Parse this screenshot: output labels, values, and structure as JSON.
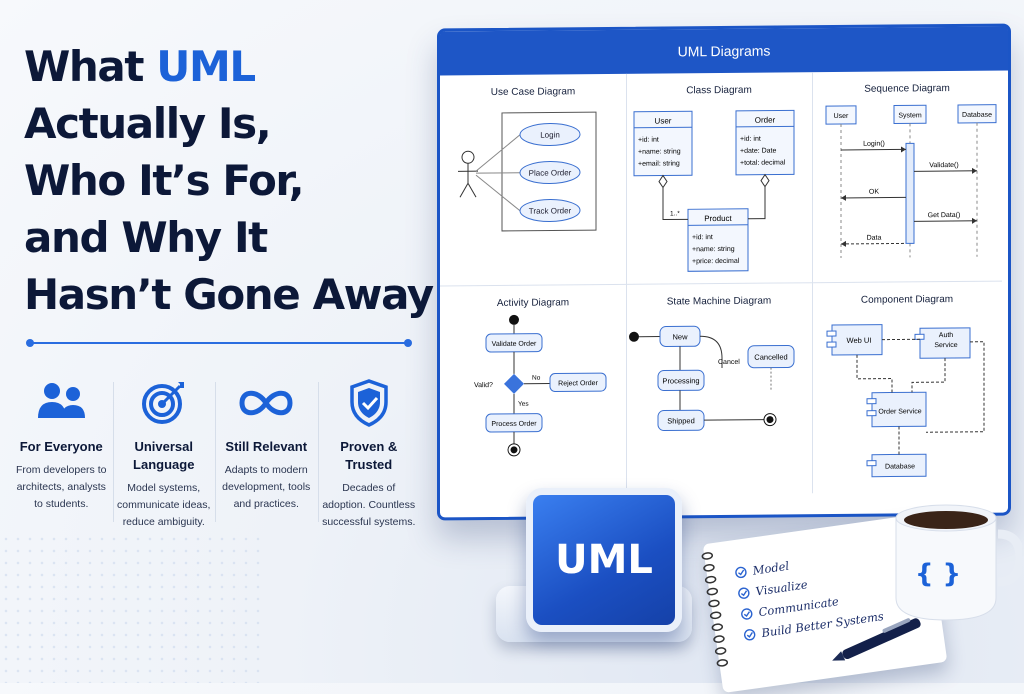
{
  "headline": {
    "line1_pre": "What ",
    "line1_accent": "UML",
    "line2": "Actually Is,",
    "line3": "Who It’s For,",
    "line4": "and Why It",
    "line5": "Hasn’t Gone Away"
  },
  "features": [
    {
      "icon": "people-icon",
      "title": "For Everyone",
      "desc": "From developers to architects, analysts to students."
    },
    {
      "icon": "target-icon",
      "title": "Universal Language",
      "desc": "Model systems, communicate ideas, reduce ambiguity."
    },
    {
      "icon": "infinity-icon",
      "title": "Still Relevant",
      "desc": "Adapts to modern development, tools and practices."
    },
    {
      "icon": "shield-check-icon",
      "title": "Proven & Trusted",
      "desc": "Decades of adoption. Countless successful systems."
    }
  ],
  "board": {
    "title": "UML Diagrams",
    "use_case": {
      "title": "Use Case Diagram",
      "cases": [
        "Login",
        "Place Order",
        "Track Order"
      ]
    },
    "class": {
      "title": "Class Diagram",
      "user": {
        "name": "User",
        "attrs": [
          "+id: int",
          "+name: string",
          "+email: string"
        ]
      },
      "order": {
        "name": "Order",
        "attrs": [
          "+id: int",
          "+date: Date",
          "+total: decimal"
        ]
      },
      "product": {
        "name": "Product",
        "attrs": [
          "+id: int",
          "+name: string",
          "+price: decimal"
        ]
      },
      "multiplicity": "1..*"
    },
    "sequence": {
      "title": "Sequence Diagram",
      "lifelines": [
        "User",
        "System",
        "Database"
      ],
      "messages": [
        "Login()",
        "Validate()",
        "OK",
        "Get Data()",
        "Data"
      ]
    },
    "activity": {
      "title": "Activity Diagram",
      "nodes": [
        "Validate Order",
        "Reject Order",
        "Process Order"
      ],
      "decision": "Valid?",
      "no": "No",
      "yes": "Yes"
    },
    "state": {
      "title": "State Machine Diagram",
      "states": [
        "New",
        "Processing",
        "Shipped",
        "Cancelled"
      ],
      "transition": "Cancel"
    },
    "component": {
      "title": "Component Diagram",
      "components": [
        "Web UI",
        "Auth Service",
        "Order Service",
        "Database"
      ]
    }
  },
  "cube_label": "UML",
  "notebook": [
    "Model",
    "Visualize",
    "Communicate",
    "Build Better Systems"
  ],
  "mug_text": "{ }",
  "colors": {
    "accent": "#1c62d8",
    "navy": "#0c1838",
    "board_header": "#1e56c6"
  }
}
